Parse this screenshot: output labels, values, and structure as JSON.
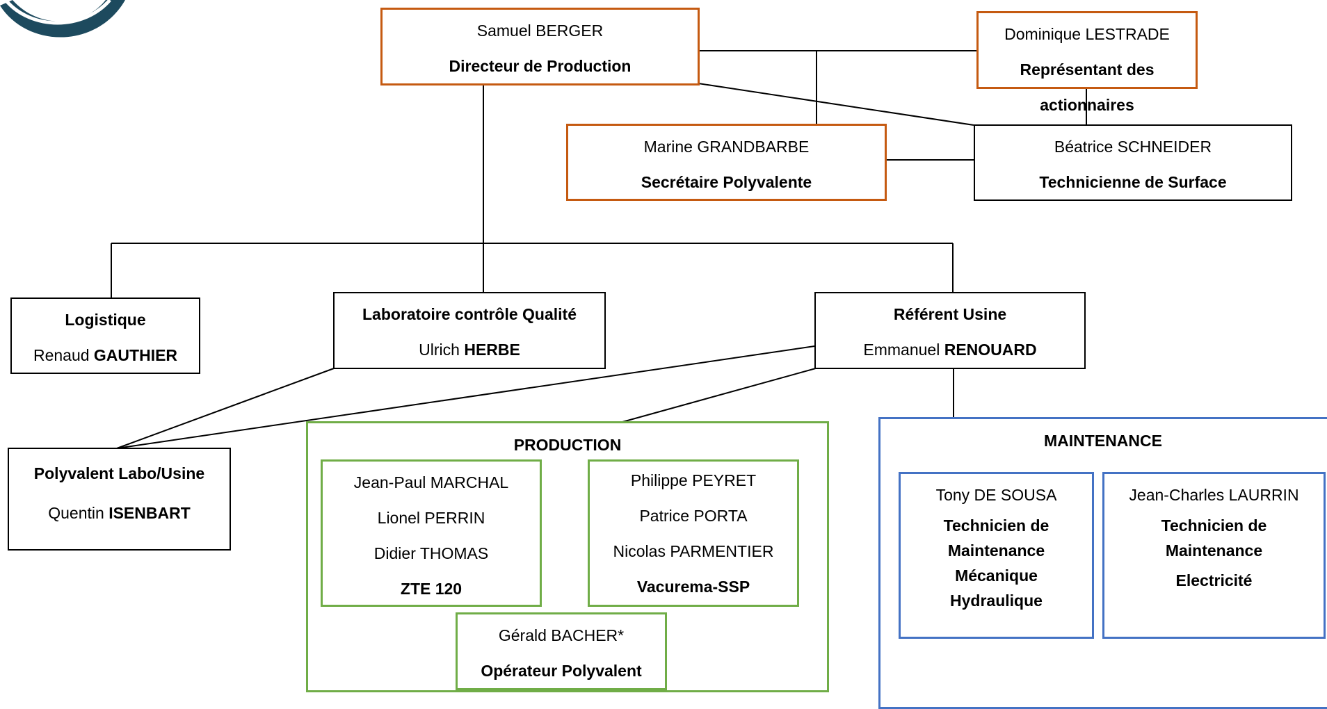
{
  "colors": {
    "management_border": "#c55a11",
    "production_border": "#70ad47",
    "maintenance_border": "#4472c4",
    "default_border": "#000000"
  },
  "management": {
    "director": {
      "name": "Samuel BERGER",
      "role": "Directeur de Production"
    },
    "shareholders": {
      "name": "Dominique LESTRADE",
      "role": "Représentant des actionnaires"
    },
    "secretary": {
      "name": "Marine GRANDBARBE",
      "role": "Secrétaire Polyvalente"
    },
    "cleaning": {
      "name": "Béatrice SCHNEIDER",
      "role": "Technicienne de Surface"
    }
  },
  "departments": {
    "logistics": {
      "title": "Logistique",
      "first": "Renaud",
      "last": "GAUTHIER"
    },
    "lab": {
      "title": "Laboratoire contrôle Qualité",
      "first": "Ulrich",
      "last": "HERBE"
    },
    "plant": {
      "title": "Référent Usine",
      "first": "Emmanuel",
      "last": "RENOUARD"
    },
    "polyvalent": {
      "title": "Polyvalent Labo/Usine",
      "first": "Quentin",
      "last": "ISENBART"
    }
  },
  "production": {
    "title": "PRODUCTION",
    "zte": {
      "members": [
        "Jean-Paul MARCHAL",
        "Lionel PERRIN",
        "Didier THOMAS"
      ],
      "line": "ZTE 120"
    },
    "vacurema": {
      "members": [
        "Philippe PEYRET",
        "Patrice PORTA",
        "Nicolas PARMENTIER"
      ],
      "line": "Vacurema-SSP"
    },
    "operator": {
      "name": "Gérald BACHER*",
      "role": "Opérateur Polyvalent"
    }
  },
  "maintenance": {
    "title": "MAINTENANCE",
    "tech1": {
      "name": "Tony DE SOUSA",
      "role_lines": [
        "Technicien de",
        "Maintenance",
        "Mécanique",
        "Hydraulique"
      ]
    },
    "tech2": {
      "name": "Jean-Charles LAURRIN",
      "role_lines": [
        "Technicien de",
        "Maintenance",
        "Electricité"
      ]
    }
  }
}
